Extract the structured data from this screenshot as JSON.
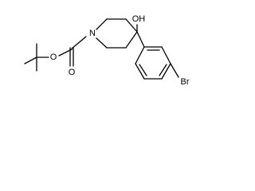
{
  "molecule": {
    "atoms": {
      "ring_n": "N",
      "ester_o": "O",
      "carbonyl_o": "O",
      "hydroxyl": "OH",
      "bromine": "Br"
    }
  }
}
